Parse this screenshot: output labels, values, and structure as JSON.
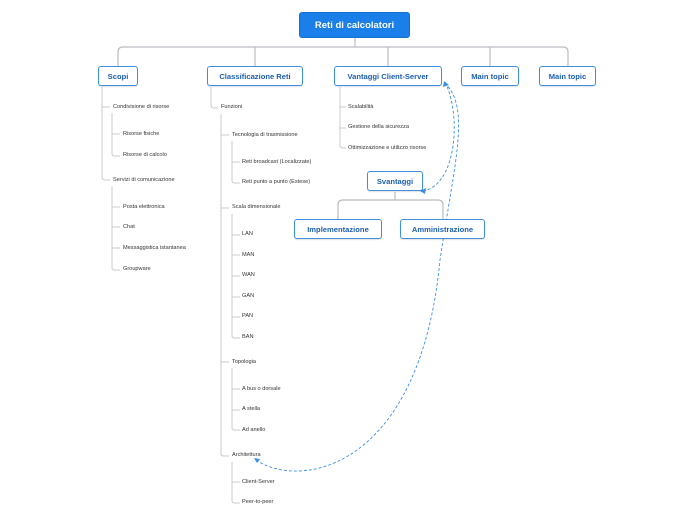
{
  "root": {
    "title": "Reti di calcolatori"
  },
  "topics": {
    "scopi": "Scopi",
    "classificazione": "Classificazione Reti",
    "vantaggi": "Vantaggi Client-Server",
    "main1": "Main topic",
    "main2": "Main topic",
    "svantaggi": "Svantaggi",
    "implementazione": "Implementazione",
    "amministrazione": "Amministrazione"
  },
  "scopi": {
    "condivisione": "Condivisione di risorse",
    "risorse_fisiche": "Risorse fisiche",
    "risorse_calcolo": "Risorse di calcolo",
    "servizi": "Servizi di comunicazione",
    "posta": "Posta elettronica",
    "chat": "Chat",
    "messaggistica": "Messaggistica istantanea",
    "groupware": "Groupware"
  },
  "classificazione": {
    "funzioni": "Funzioni",
    "tecnologia": "Tecnologia di trasmissione",
    "broadcast": "Reti broadcast (Localizzate)",
    "punto": "Reti punto a punto (Estese)",
    "scala": "Scala dimensionale",
    "lan": "LAN",
    "man": "MAN",
    "wan": "WAN",
    "gan": "GAN",
    "pan": "PAN",
    "ban": "BAN",
    "topologia": "Topologia",
    "bus": "A bus o dorsale",
    "stella": "A stella",
    "anello": "Ad anello",
    "architettura": "Architettura",
    "client_server": "Client-Server",
    "p2p": "Peer-to-peer"
  },
  "vantaggi": {
    "scalabilita": "Scalabilità",
    "sicurezza": "Gestione della sicurezza",
    "ottimizzazione": "Ottimizzazione e utilizzo risorse"
  },
  "colors": {
    "root_fill": "#1a7fe8",
    "topic_border": "#3f8fe0",
    "topic_text": "#1c5fb0",
    "connector": "#b9bcc2",
    "relationship": "#3f8fe0"
  }
}
